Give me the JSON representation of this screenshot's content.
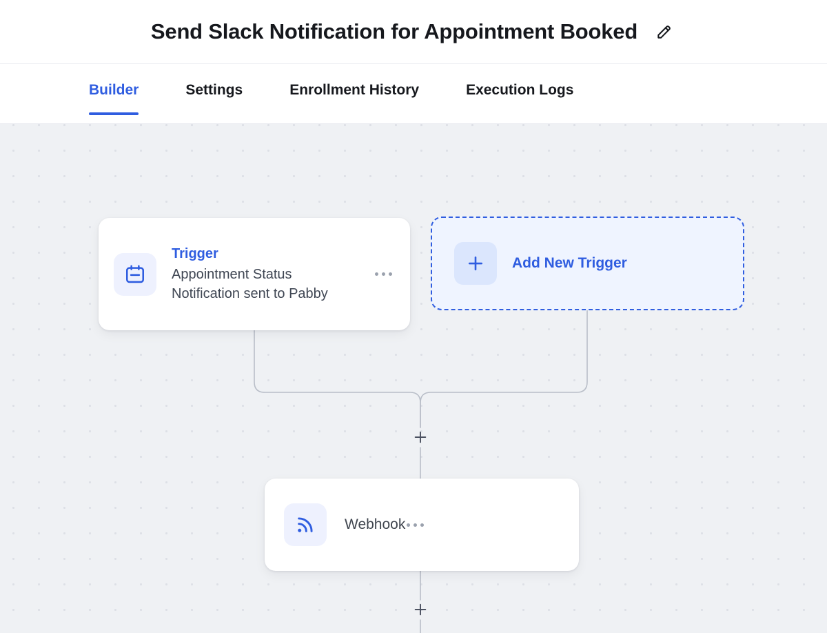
{
  "header": {
    "title": "Send Slack Notification for Appointment Booked",
    "edit_icon": "pencil-edit-icon",
    "edit_aria": "Edit workflow name"
  },
  "tabs": [
    {
      "label": "Builder",
      "active": true
    },
    {
      "label": "Settings",
      "active": false
    },
    {
      "label": "Enrollment History",
      "active": false
    },
    {
      "label": "Execution Logs",
      "active": false
    }
  ],
  "canvas": {
    "background_color": "#eff1f4",
    "dot_color": "#dde0e6",
    "edge_color": "#b9bec8",
    "nodes": {
      "trigger": {
        "icon": "calendar-icon",
        "kicker": "Trigger",
        "line1": "Appointment Status",
        "line2": "Notification sent to Pabby",
        "menu_icon": "more-horizontal-icon"
      },
      "add_trigger": {
        "icon": "plus-icon",
        "label": "Add New Trigger"
      },
      "webhook": {
        "icon": "webhook-rss-icon",
        "label": "Webhook",
        "menu_icon": "more-horizontal-icon"
      }
    },
    "handles": {
      "middle_plus": "add-step-icon",
      "bottom_plus": "add-step-icon"
    }
  },
  "colors": {
    "accent": "#2f5de0",
    "text_primary": "#16181d",
    "text_secondary": "#3f4653",
    "icon_tile": "#eef1fe",
    "add_tile": "#dbe6fd",
    "add_fill": "#eff4ff"
  }
}
